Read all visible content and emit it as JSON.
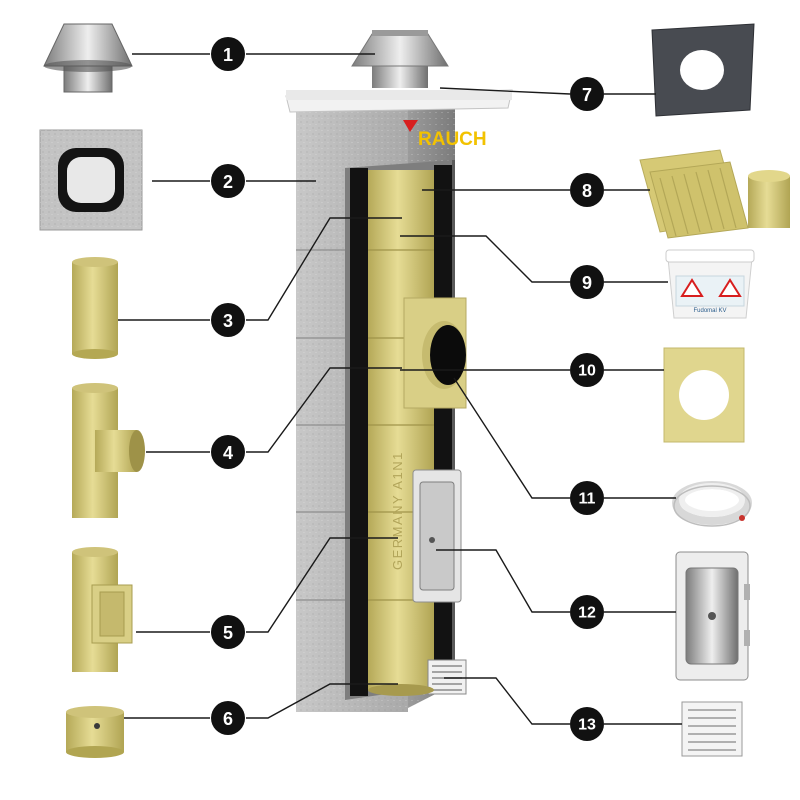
{
  "brand": {
    "logo_text": "RAUCH",
    "logo_color": "#f2c200",
    "logo_mark_color": "#d81e1e"
  },
  "pipe_marking": "GERMANY A1N1",
  "sealant_label": "Fudomal KV",
  "callouts": [
    "1",
    "2",
    "3",
    "4",
    "5",
    "6",
    "7",
    "8",
    "9",
    "10",
    "11",
    "12",
    "13"
  ],
  "colors": {
    "ceramic": "#d8cc7e",
    "ceramic_dark": "#b9ad5e",
    "block": "#bdbdbd",
    "block_dark": "#8f8f8f",
    "insulation": "#111111",
    "steel": "#c9c9c9",
    "callout": "#111111"
  },
  "parts": [
    {
      "id": 1,
      "name": "rain-cap-icon"
    },
    {
      "id": 2,
      "name": "block-cross-section-icon"
    },
    {
      "id": 3,
      "name": "flue-pipe-icon"
    },
    {
      "id": 4,
      "name": "tee-connector-icon"
    },
    {
      "id": 5,
      "name": "inspection-tee-icon"
    },
    {
      "id": 6,
      "name": "condensate-cup-icon"
    },
    {
      "id": 7,
      "name": "cover-plate-icon"
    },
    {
      "id": 8,
      "name": "insulation-mat-icon"
    },
    {
      "id": 9,
      "name": "sealant-bucket-icon"
    },
    {
      "id": 10,
      "name": "insulation-plate-icon"
    },
    {
      "id": 11,
      "name": "sealing-rope-icon"
    },
    {
      "id": 12,
      "name": "cleaning-door-icon"
    },
    {
      "id": 13,
      "name": "ventilation-grille-icon"
    }
  ]
}
